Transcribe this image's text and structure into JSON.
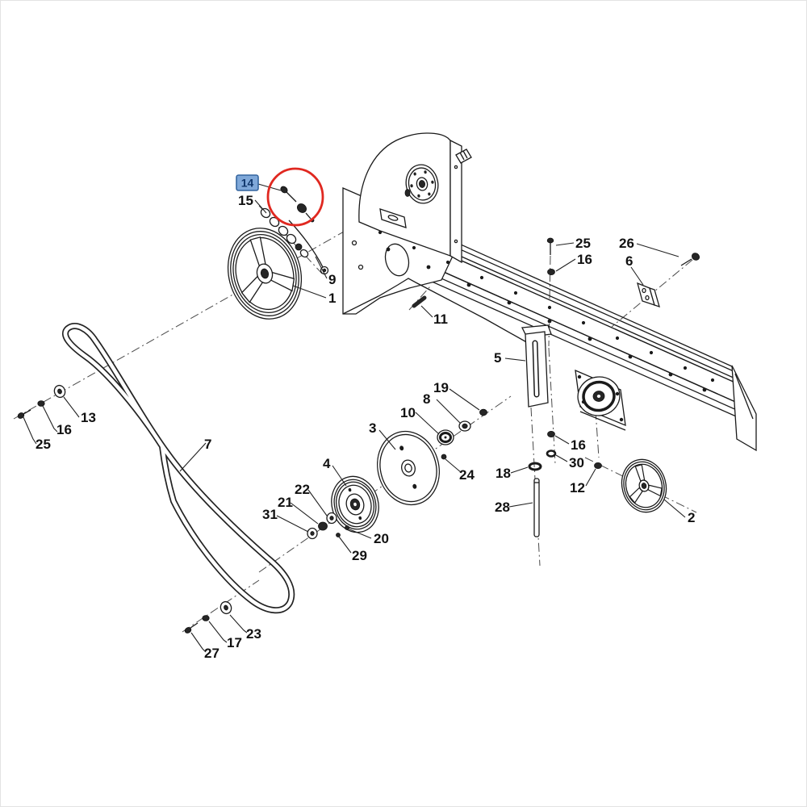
{
  "diagram": {
    "type": "exploded-parts-diagram",
    "background": "#ffffff",
    "line_color": "#1a1a1a"
  },
  "highlight": {
    "selected_part": "14",
    "box_fill": "#7fa8d9",
    "box_border": "#34659f",
    "box_text_color": "#10366b",
    "circle_color": "#e02820"
  },
  "callouts": {
    "n1": "1",
    "n2": "2",
    "n3": "3",
    "n4": "4",
    "n5": "5",
    "n6": "6",
    "n7": "7",
    "n8": "8",
    "n9": "9",
    "n10": "10",
    "n11": "11",
    "n12": "12",
    "n13": "13",
    "n14": "14",
    "n15": "15",
    "n16a": "16",
    "n16b": "16",
    "n16c": "16",
    "n17": "17",
    "n18": "18",
    "n19": "19",
    "n20": "20",
    "n21": "21",
    "n22": "22",
    "n23": "23",
    "n24": "24",
    "n25a": "25",
    "n25b": "25",
    "n26": "26",
    "n27": "27",
    "n28": "28",
    "n29": "29",
    "n30": "30",
    "n31": "31"
  },
  "parts": {
    "p1": "large drive pulley",
    "p2": "small wheel pulley",
    "p3": "backing disc",
    "p4": "grooved pulley hub",
    "p5": "slotted bracket",
    "p6": "angle bracket",
    "p7": "v-belt",
    "p9": "guide rod",
    "p14": "fitting bolt (highlighted)",
    "p15": "link chain tensioner",
    "p28": "rod"
  }
}
